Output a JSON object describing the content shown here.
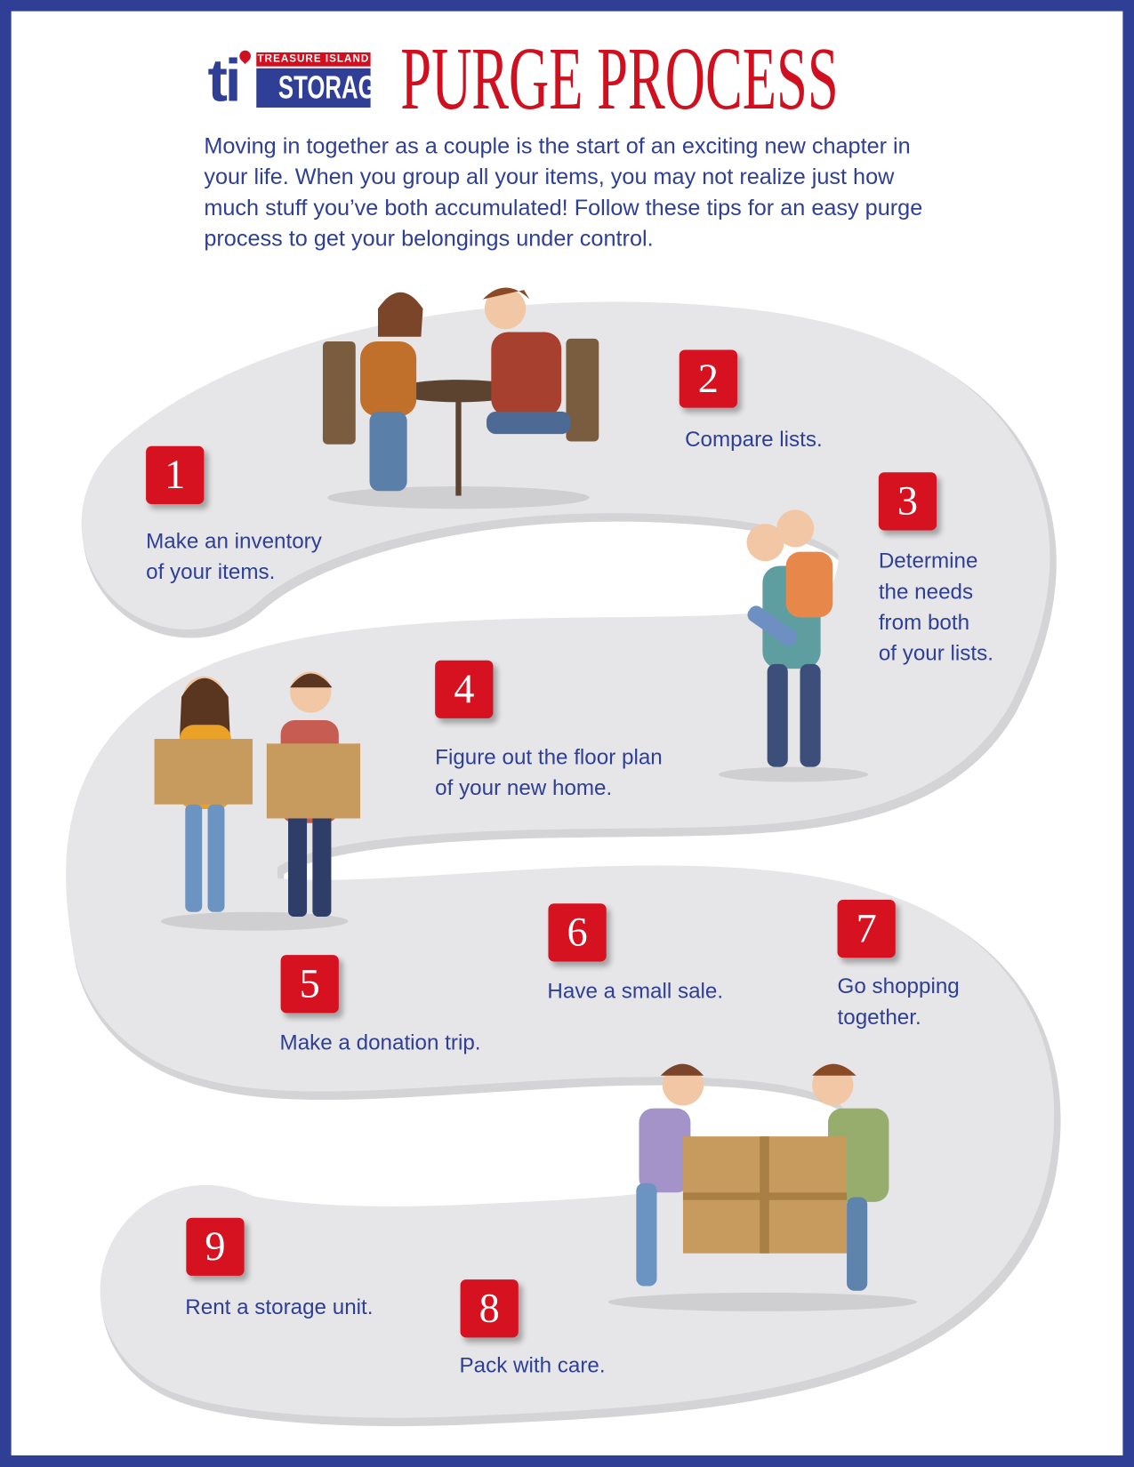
{
  "logo": {
    "top_text": "TREASURE ISLAND",
    "bottom_text": "STORAGE",
    "mark": "ti"
  },
  "title": "PURGE PROCESS",
  "intro": "Moving in together as a couple is the start of an exciting new chapter in your life. When you group all your items, you may not realize just how much stuff you’ve both accumulated! Follow these tips for an easy purge process to get your belongings under control.",
  "colors": {
    "border": "#2e3f95",
    "accent": "#d61120",
    "text": "#2e3f95",
    "path": "#e6e6e8"
  },
  "steps": [
    {
      "number": "1",
      "lines": [
        "Make an inventory",
        "of your items."
      ]
    },
    {
      "number": "2",
      "lines": [
        "Compare lists."
      ]
    },
    {
      "number": "3",
      "lines": [
        "Determine",
        "the needs",
        "from both",
        "of your lists."
      ]
    },
    {
      "number": "4",
      "lines": [
        "Figure out the floor plan",
        "of your new home."
      ]
    },
    {
      "number": "5",
      "lines": [
        "Make a donation trip."
      ]
    },
    {
      "number": "6",
      "lines": [
        "Have a small sale."
      ]
    },
    {
      "number": "7",
      "lines": [
        "Go shopping",
        "together."
      ]
    },
    {
      "number": "8",
      "lines": [
        "Pack with care."
      ]
    },
    {
      "number": "9",
      "lines": [
        "Rent a storage unit."
      ]
    }
  ]
}
